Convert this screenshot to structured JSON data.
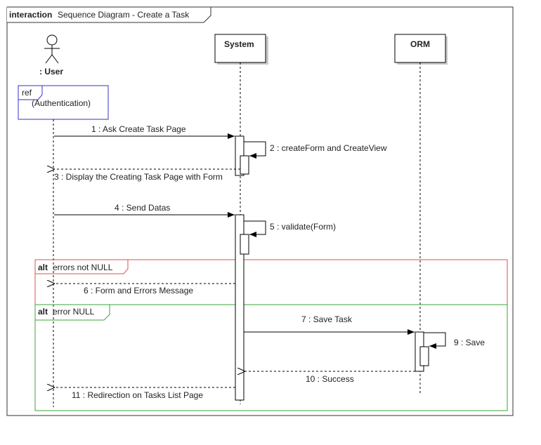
{
  "frame": {
    "keyword": "interaction",
    "title": "Sequence Diagram - Create a Task"
  },
  "lifelines": {
    "user": {
      "label": ": User"
    },
    "system": {
      "label": "System"
    },
    "orm": {
      "label": "ORM"
    }
  },
  "ref": {
    "keyword": "ref",
    "text": "(Authentication)"
  },
  "messages": {
    "m1": "1 : Ask Create Task Page",
    "m2": "2 : createForm and CreateView",
    "m3": "3 : Display the Creating Task Page with Form",
    "m4": "4 : Send Datas",
    "m5": "5 : validate(Form)",
    "m6": "6 : Form and Errors Message",
    "m7": "7 : Save Task",
    "m9": "9 : Save",
    "m10": "10 : Success",
    "m11": "11 : Redirection on Tasks List Page"
  },
  "fragments": {
    "alt1": {
      "keyword": "alt",
      "guard": "errors not NULL"
    },
    "alt2": {
      "keyword": "alt",
      "guard": "error NULL"
    }
  },
  "colors": {
    "alt1_border": "#d9534f",
    "alt2_border": "#3aa63a",
    "ref_border": "#3333cc",
    "line": "#000000",
    "box_shadow": "#c8c8c8"
  }
}
